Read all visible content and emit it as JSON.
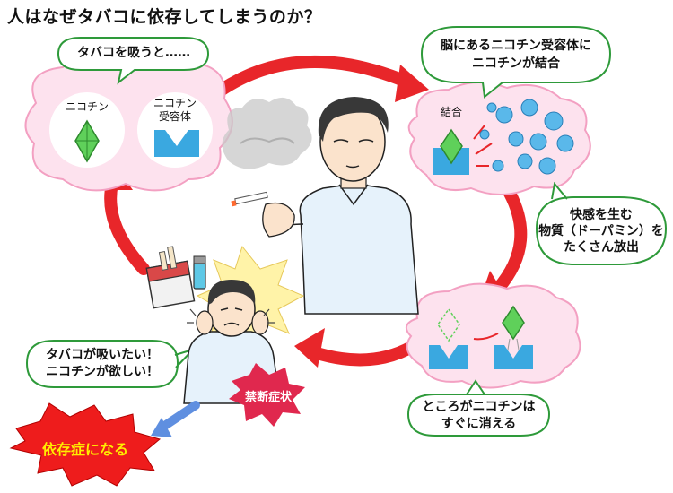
{
  "title": "人はなぜタバコに依存してしまうのか？",
  "bubbles": {
    "smoke": "タバコを吸うと……",
    "bind_line1": "脳にあるニコチン受容体に",
    "bind_line2": "ニコチンが結合",
    "pleasure_line1": "快感を生む",
    "pleasure_line2": "物質（ドーパミン）を",
    "pleasure_line3": "たくさん放出",
    "vanish_line1": "ところがニコチンは",
    "vanish_line2": "すぐに消える",
    "craving_line1": "タバコが吸いたい！",
    "craving_line2": "ニコチンが欲しい！"
  },
  "labels": {
    "nicotine": "ニコチン",
    "receptor_line1": "ニコチン",
    "receptor_line2": "受容体",
    "bound": "結合"
  },
  "badges": {
    "withdrawal": "禁断症状",
    "addiction": "依存症になる"
  },
  "colors": {
    "arrow_red": "#e8262a",
    "cloud_pink": "#fde2ee",
    "cloud_border": "#f3a0c2",
    "speech_border": "#2e9a3a",
    "receptor_blue": "#3aa8e0",
    "nicotine_green": "#5fd05a",
    "dopamine_blue": "#5ab8ea",
    "badge_crimson": "#e0284e",
    "burst_red": "#ee1c1c",
    "burst_text": "#ffee00",
    "flash_yellow": "#fff3a8",
    "blue_arrow": "#5f8fe0"
  },
  "icons": [
    "smoke-cloud-icon",
    "nicotine-crystal-icon",
    "receptor-icon",
    "dopamine-molecule-icon",
    "cigarette-pack-icon",
    "lighter-icon"
  ]
}
